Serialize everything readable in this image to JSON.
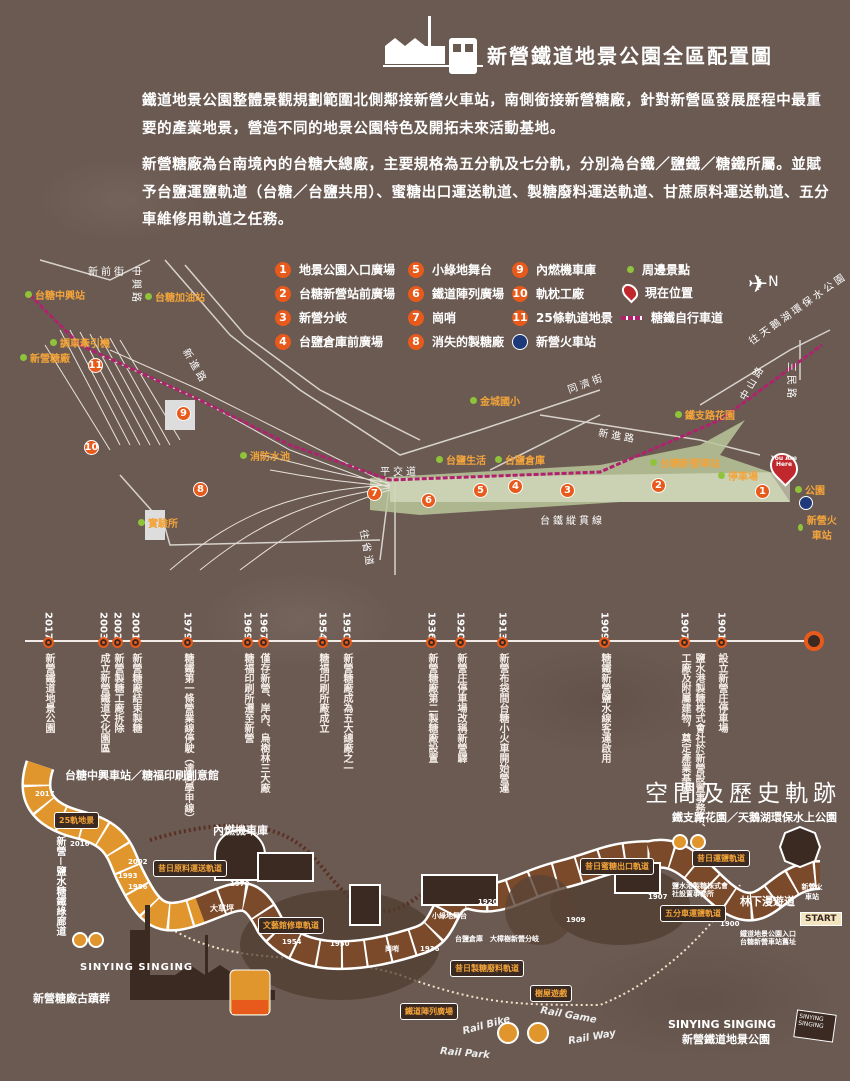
{
  "header": {
    "title": "新營鐵道地景公園全區配置圖"
  },
  "intro": {
    "p1": "鐵道地景公園整體景觀規劃範圍北側鄰接新營火車站，南側銜接新營糖廠，針對新營區發展歷程中最重要的產業地景，營造不同的地景公園特色及開拓未來活動基地。",
    "p2": "新營糖廠為台南境內的台糖大總廠，主要規格為五分軌及七分軌，分別為台鐵／鹽鐵／糖鐵所屬。並賦予台鹽運鹽軌道（台糖／台鹽共用）、蜜糖出口運送軌道、製糖廢料運送軌道、甘蔗原料運送軌道、五分車維修用軌道之任務。"
  },
  "legend": {
    "items": [
      {
        "n": "1",
        "label": "地景公園入口廣場"
      },
      {
        "n": "2",
        "label": "台糖新營站前廣場"
      },
      {
        "n": "3",
        "label": "新營分岐"
      },
      {
        "n": "4",
        "label": "台鹽倉庫前廣場"
      },
      {
        "n": "5",
        "label": "小綠地舞台"
      },
      {
        "n": "6",
        "label": "鐵道陣列廣場"
      },
      {
        "n": "7",
        "label": "崗哨"
      },
      {
        "n": "8",
        "label": "消失的製糖廠"
      },
      {
        "n": "9",
        "label": "內燃機車庫"
      },
      {
        "n": "10",
        "label": "軌枕工廠"
      },
      {
        "n": "11",
        "label": "25條軌道地景"
      }
    ],
    "station": "新營火車站",
    "nearby": "周邊景點",
    "here": "現在位置",
    "bike": "糖鐵自行車道",
    "north": "N",
    "here_badge": "You Are Here"
  },
  "map": {
    "spots": [
      "台糖中興站",
      "台糖加油站",
      "調車牽引機",
      "新營糖廠",
      "消防水池",
      "實驗所",
      "金城國小",
      "鐵支路花園",
      "台鹽生活",
      "台鹽倉庫",
      "台糖新營車站",
      "停車場",
      "公園",
      "新營火車站"
    ],
    "roads": [
      "新前街",
      "中興路",
      "新進路",
      "同濟街",
      "新進路",
      "中山路",
      "三民路",
      "往天鵝湖環保水公園",
      "平交道",
      "往省道",
      "台鐵縱貫線"
    ]
  },
  "timeline": {
    "events": [
      {
        "year": "2017",
        "text": "新營鐵道地景公園"
      },
      {
        "year": "2003",
        "text": "成立新營鐵道文化園區"
      },
      {
        "year": "2002",
        "text": "新營製糖工廠拆除"
      },
      {
        "year": "2001",
        "text": "新營糖廠結束製糖"
      },
      {
        "year": "1979",
        "text": "糖鐵第一條營業線停駛（達同學甲線）"
      },
      {
        "year": "1969",
        "text": "糖福印刷所遷至新營"
      },
      {
        "year": "1967",
        "text": "僅存新營、岸內、烏樹林三大廠"
      },
      {
        "year": "1954",
        "text": "糖福印刷所廠成立"
      },
      {
        "year": "1950",
        "text": "新營糖廠成為五大總廠之一"
      },
      {
        "year": "1936",
        "text": "新營糖廠第二製糖廠設置"
      },
      {
        "year": "1920",
        "text": "新營庄停車場改稱新營驛"
      },
      {
        "year": "1913",
        "text": "新營布袋間台糖小火車開始營運"
      },
      {
        "year": "1909",
        "text": "糖鐵新營鹽水線客運啟用"
      },
      {
        "year": "1907",
        "text": "鹽水港製糖株式會社於新營設置事務所、工廠及附屬建物，奠定產業基礎"
      },
      {
        "year": "1901",
        "text": "設立新營庄停車場"
      }
    ]
  },
  "board": {
    "title": "空間及歷史軌跡",
    "labels": [
      "台糖中興車站／糖福印刷創意館",
      "鐵支路花園／天鵝湖環保水上公園",
      "林下漫遊道",
      "新營糖廠古蹟群",
      "新營－鹽水糖鐵綠廊道",
      "內燃機車庫",
      "大草坪"
    ],
    "signs": [
      "25軌地景",
      "昔日原料運送軌道",
      "文藝館修車軌道",
      "昔日製糖廢料軌道",
      "昔日蜜糖出口軌道",
      "昔日運鹽軌道",
      "五分車運鹽軌道",
      "鐵道陣列廣場",
      "樹屋遊戲",
      "新營火車站"
    ],
    "tiles": [
      "2017",
      "2016",
      "2002",
      "1993",
      "1986",
      "1970",
      "1954",
      "1950",
      "1936",
      "1920",
      "1909",
      "1907",
      "1900",
      "崗哨",
      "台鹽倉庫",
      "小綠地舞台",
      "大樟樹新營分岐",
      "鹽水港製糖株式會社設置事務所",
      "鐵道地景公園入口台糖新營車站舊址",
      "START"
    ],
    "rail_words": [
      "Rail Bike",
      "Rail Park",
      "Rail Game",
      "Rail Way"
    ],
    "brand": "SINYING SINGING",
    "brand_sub": "新營鐵道地景公園",
    "brand_small": "SINYING SINGING"
  },
  "colors": {
    "bg": "#6a5a52",
    "accent": "#e85a1b",
    "spot": "#8fc43a",
    "bike": "#b0226e",
    "label": "#f3a43a",
    "board_orange": "#e0962c",
    "board_dark": "#3b2a22"
  }
}
